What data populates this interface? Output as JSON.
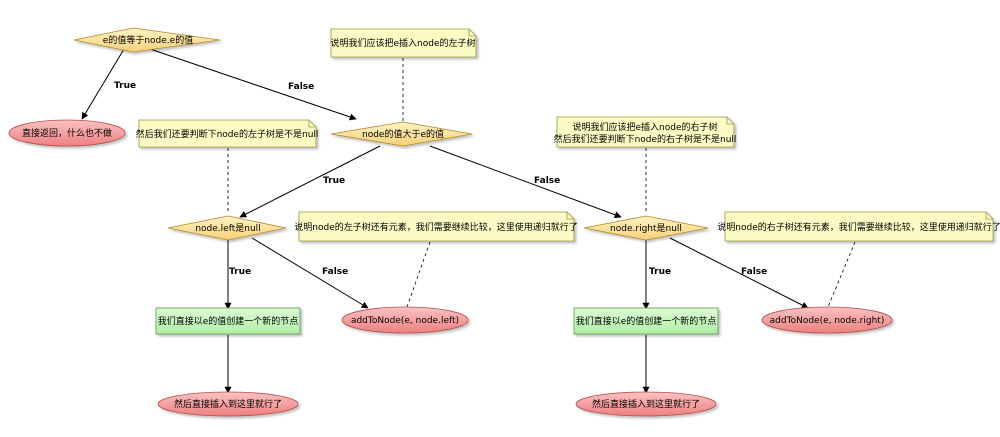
{
  "decisions": {
    "root": "e的值等于node.e的值",
    "compare": "node的值大于e的值",
    "left_null": "node.left是null",
    "right_null": "node.right是null"
  },
  "terminals": {
    "return_nothing": "直接返回，什么也不做",
    "recurse_left": "addToNode(e, node.left)",
    "recurse_right": "addToNode(e, node.right)",
    "insert_here_left": "然后直接插入到这里就行了",
    "insert_here_right": "然后直接插入到这里就行了"
  },
  "actions": {
    "create_left": "我们直接以e的值创建一个新的节点",
    "create_right": "我们直接以e的值创建一个新的节点"
  },
  "notes": {
    "insert_left": "说明我们应该把e插入node的左子树",
    "check_left": "然后我们还要判断下node的左子树是不是null",
    "insert_right_1": "说明我们应该把e插入node的右子树",
    "insert_right_2": "然后我们还要判断下node的右子树是不是null",
    "left_has_elems": "说明node的左子树还有元素，我们需要继续比较，这里使用递归就行了",
    "right_has_elems": "说明node的右子树还有元素，我们需要继续比较，这里使用递归就行了"
  },
  "edge_labels": {
    "root_true": "True",
    "root_false": "False",
    "compare_true": "True",
    "compare_false": "False",
    "left_true": "True",
    "left_false": "False",
    "right_true": "True",
    "right_false": "False"
  },
  "colors": {
    "decision_fill": "#fde9a9",
    "terminal_fill": "#f3a2a2",
    "action_fill": "#c8f5c0",
    "note_fill": "#fbfbc4"
  }
}
